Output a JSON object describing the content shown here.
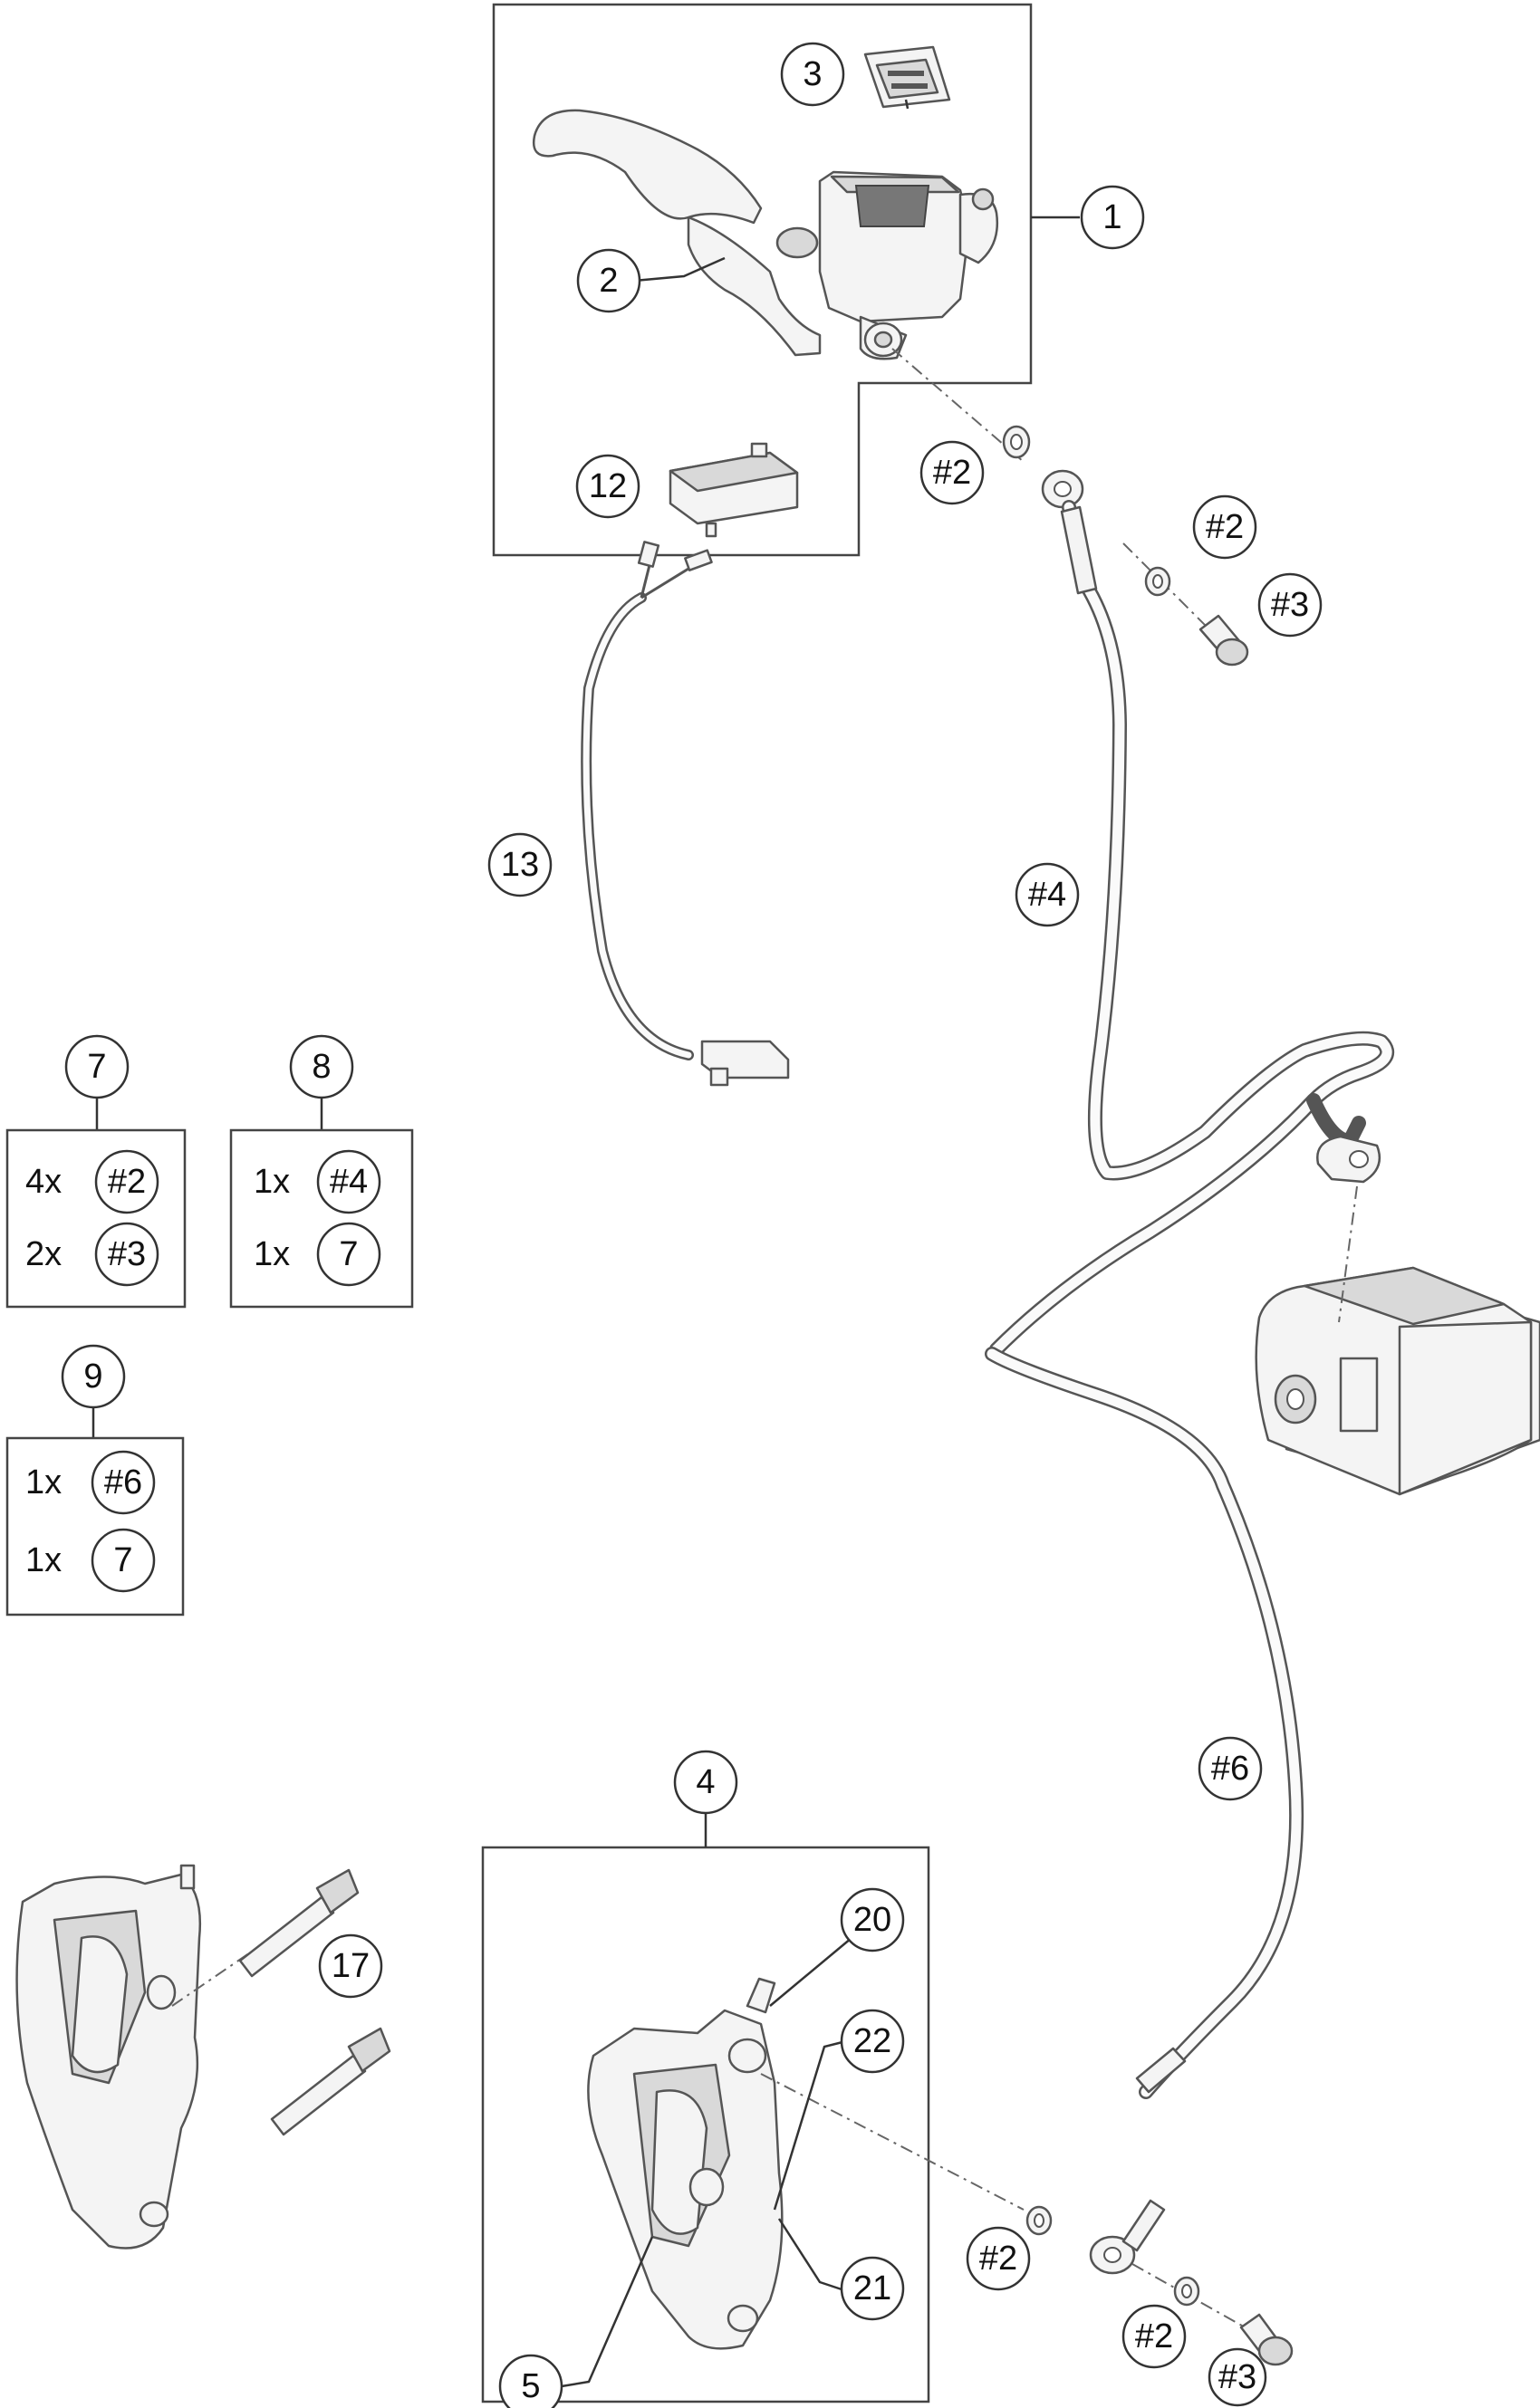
{
  "callouts": {
    "c1": "1",
    "c2": "2",
    "c3": "3",
    "c4": "4",
    "c5": "5",
    "c7": "7",
    "c8": "8",
    "c9": "9",
    "c12": "12",
    "c13": "13",
    "c17": "17",
    "c20": "20",
    "c21": "21",
    "c22": "22",
    "h2": "#2",
    "h3": "#3",
    "h4": "#4",
    "h6": "#6"
  },
  "kits": {
    "kit7": {
      "rows": [
        {
          "qty": "4x",
          "ref": "#2"
        },
        {
          "qty": "2x",
          "ref": "#3"
        }
      ]
    },
    "kit8": {
      "rows": [
        {
          "qty": "1x",
          "ref": "#4"
        },
        {
          "qty": "1x",
          "ref": "7"
        }
      ]
    },
    "kit9": {
      "rows": [
        {
          "qty": "1x",
          "ref": "#6"
        },
        {
          "qty": "1x",
          "ref": "7"
        }
      ]
    }
  },
  "icons": [
    "master-cylinder",
    "brake-lever",
    "reservoir-gasket",
    "abs-module",
    "brake-caliper",
    "brake-hose",
    "sensor-cable",
    "banjo-bolt",
    "sealing-ring",
    "caliper-bolt"
  ]
}
